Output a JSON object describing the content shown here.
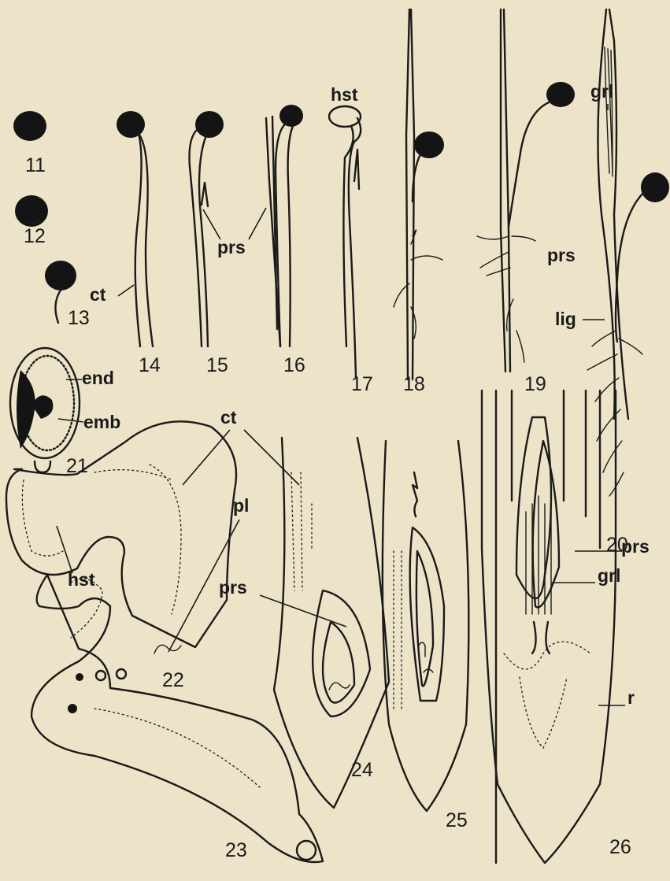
{
  "figure": {
    "numbers": [
      "11",
      "12",
      "13",
      "14",
      "15",
      "16",
      "17",
      "18",
      "19",
      "20",
      "21",
      "22",
      "23",
      "24",
      "25",
      "26"
    ],
    "labels": {
      "ct": "ct",
      "prs": "prs",
      "hst": "hst",
      "grl": "grl",
      "lig": "lig",
      "end": "end",
      "emb": "emb",
      "pl": "pl",
      "r": "r"
    }
  }
}
